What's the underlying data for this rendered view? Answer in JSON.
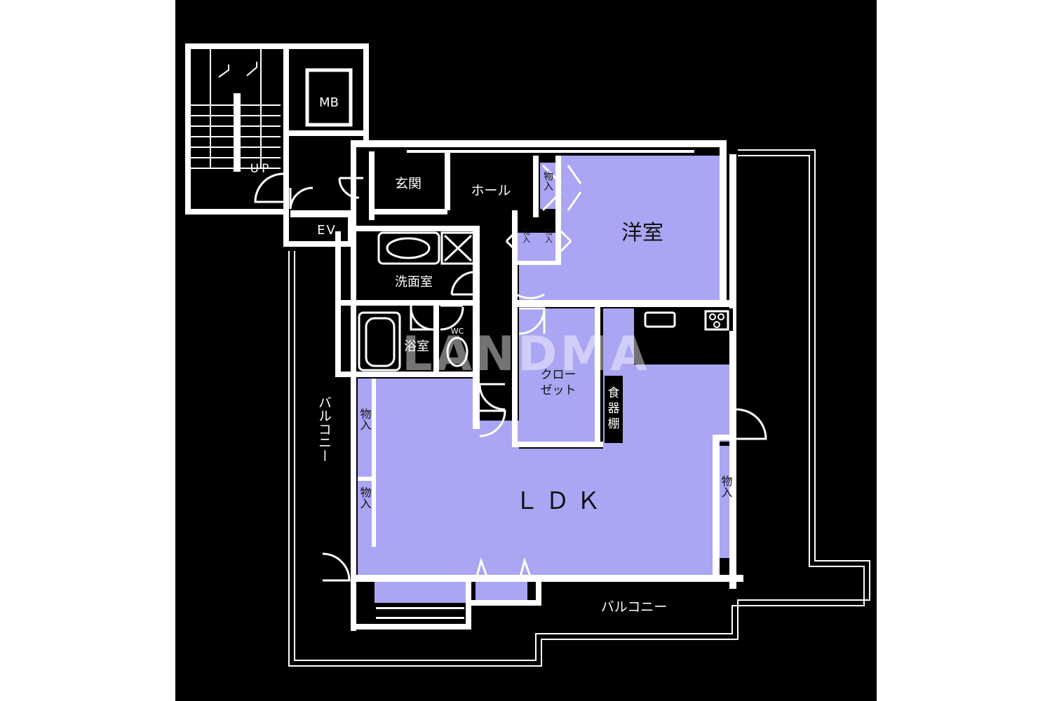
{
  "colors": {
    "background": "#000000",
    "room_fill": "#aaa6f4",
    "wall": "#ffffff",
    "margin": "#ffffff"
  },
  "watermark": "LANDMA",
  "rooms": {
    "western_room": "洋室",
    "ldk": "ＬＤＫ",
    "entrance": "玄関",
    "hall": "ホール",
    "washroom": "洗面室",
    "bathroom": "浴室",
    "wc": "WC",
    "closet_line1": "クロー",
    "closet_line2": "ゼット",
    "dish_shelf_1": "食",
    "dish_shelf_2": "器",
    "dish_shelf_3": "棚",
    "mb": "MB",
    "ev": "EV",
    "up": "UP"
  },
  "storage": {
    "west_closet": "物入",
    "small_a": "物入",
    "small_b": "物入",
    "ldk_west_1": "物入",
    "ldk_west_2": "物入",
    "ldk_east": "物入"
  },
  "balconies": {
    "west": "バルコニー",
    "south": "バルコニー"
  }
}
